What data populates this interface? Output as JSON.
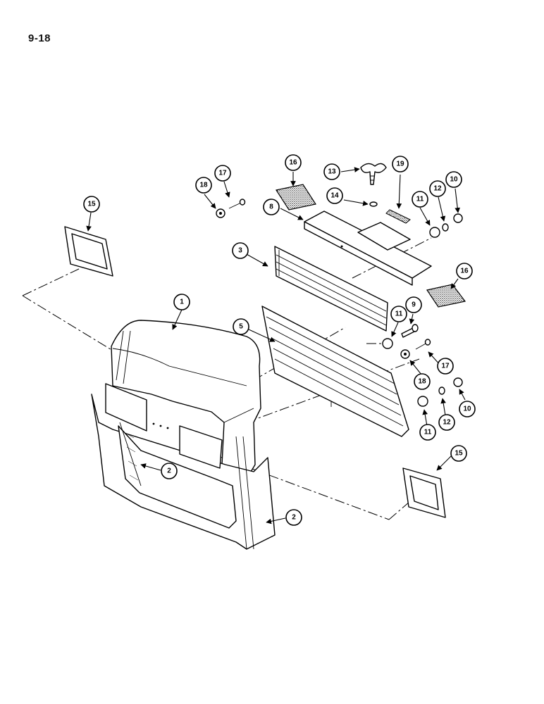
{
  "page": {
    "number": "9-18"
  },
  "callouts": [
    {
      "id": "c1",
      "label": "1"
    },
    {
      "id": "c2a",
      "label": "2"
    },
    {
      "id": "c2b",
      "label": "2"
    },
    {
      "id": "c3",
      "label": "3"
    },
    {
      "id": "c5",
      "label": "5"
    },
    {
      "id": "c8",
      "label": "8"
    },
    {
      "id": "c9",
      "label": "9"
    },
    {
      "id": "c10a",
      "label": "10"
    },
    {
      "id": "c10b",
      "label": "10"
    },
    {
      "id": "c11a",
      "label": "11"
    },
    {
      "id": "c11b",
      "label": "11"
    },
    {
      "id": "c11c",
      "label": "11"
    },
    {
      "id": "c12a",
      "label": "12"
    },
    {
      "id": "c12b",
      "label": "12"
    },
    {
      "id": "c13",
      "label": "13"
    },
    {
      "id": "c14",
      "label": "14"
    },
    {
      "id": "c15a",
      "label": "15"
    },
    {
      "id": "c15b",
      "label": "15"
    },
    {
      "id": "c16a",
      "label": "16"
    },
    {
      "id": "c16b",
      "label": "16"
    },
    {
      "id": "c17a",
      "label": "17"
    },
    {
      "id": "c17b",
      "label": "17"
    },
    {
      "id": "c18a",
      "label": "18"
    },
    {
      "id": "c18b",
      "label": "18"
    },
    {
      "id": "c19",
      "label": "19"
    }
  ]
}
